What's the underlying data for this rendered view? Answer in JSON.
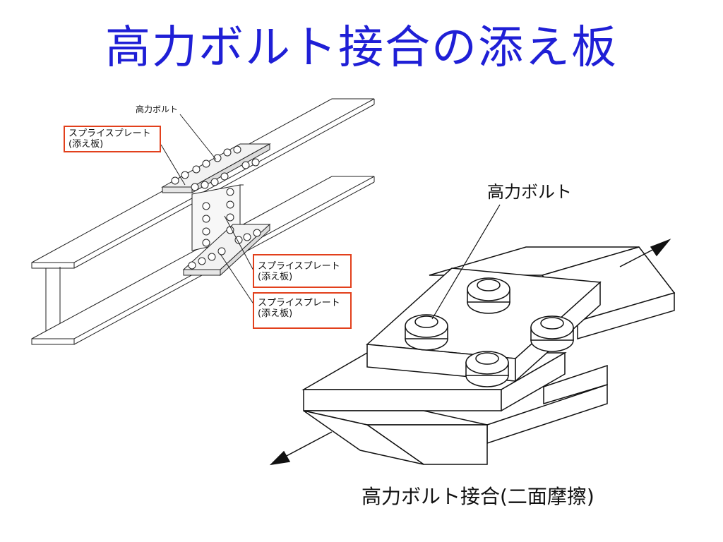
{
  "slide": {
    "title": "高力ボルト接合の添え板"
  },
  "left_diagram": {
    "bolt_label": "高力ボルト",
    "splice_labels": [
      {
        "line1": "スプライスプレート",
        "line2": "(添え板)"
      },
      {
        "line1": "スプライスプレート",
        "line2": "(添え板)"
      },
      {
        "line1": "スプライスプレート",
        "line2": "(添え板)"
      }
    ]
  },
  "right_diagram": {
    "bolt_label": "高力ボルト",
    "caption": "高力ボルト接合(二面摩擦)"
  },
  "colors": {
    "title": "#1f1fd6",
    "label_border": "#e2401c",
    "line": "#111111"
  }
}
